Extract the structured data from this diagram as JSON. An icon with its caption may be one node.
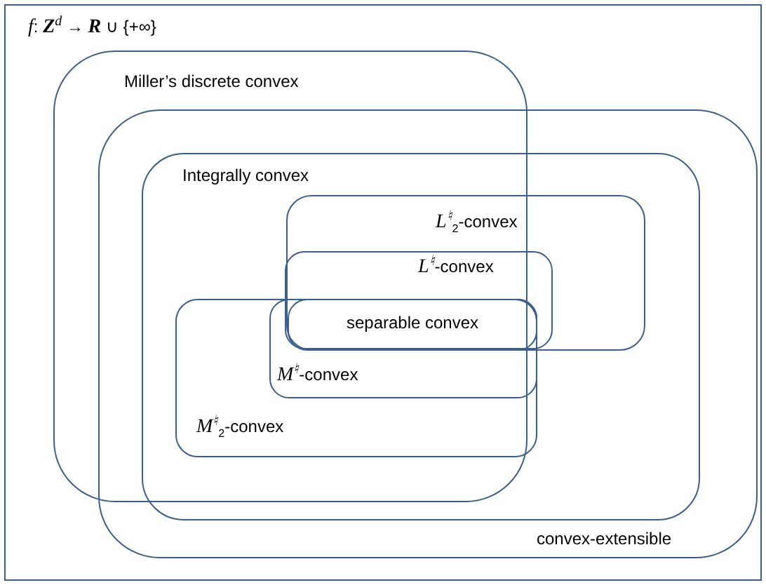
{
  "diagram": {
    "nodes": [
      {
        "text": [
          "*f*: **Z**$^{d}$ → **R** ∪ {+∞}"
        ]
      },
      {
        "text": [
          "Miller’s discrete convex"
        ],
        "in": 0
      },
      {
        "text": [
          "convex-extensible"
        ],
        "in": 0
      },
      {
        "text": [
          "Integrally convex"
        ],
        "in": 2
      },
      {
        "text": [
          "*L*$^{♮}$$_{2}$-convex"
        ],
        "in": 3
      },
      {
        "text": [
          "*L*$^{♮}$-convex"
        ],
        "in": 4
      },
      {
        "text": [
          "separable convex"
        ]
      },
      {
        "text": [
          "*M*$^{♮}$$_{2}$-convex"
        ]
      },
      {
        "text": [
          "*M*$^{♮}$-convex"
        ],
        "in": 7
      }
    ]
  }
}
